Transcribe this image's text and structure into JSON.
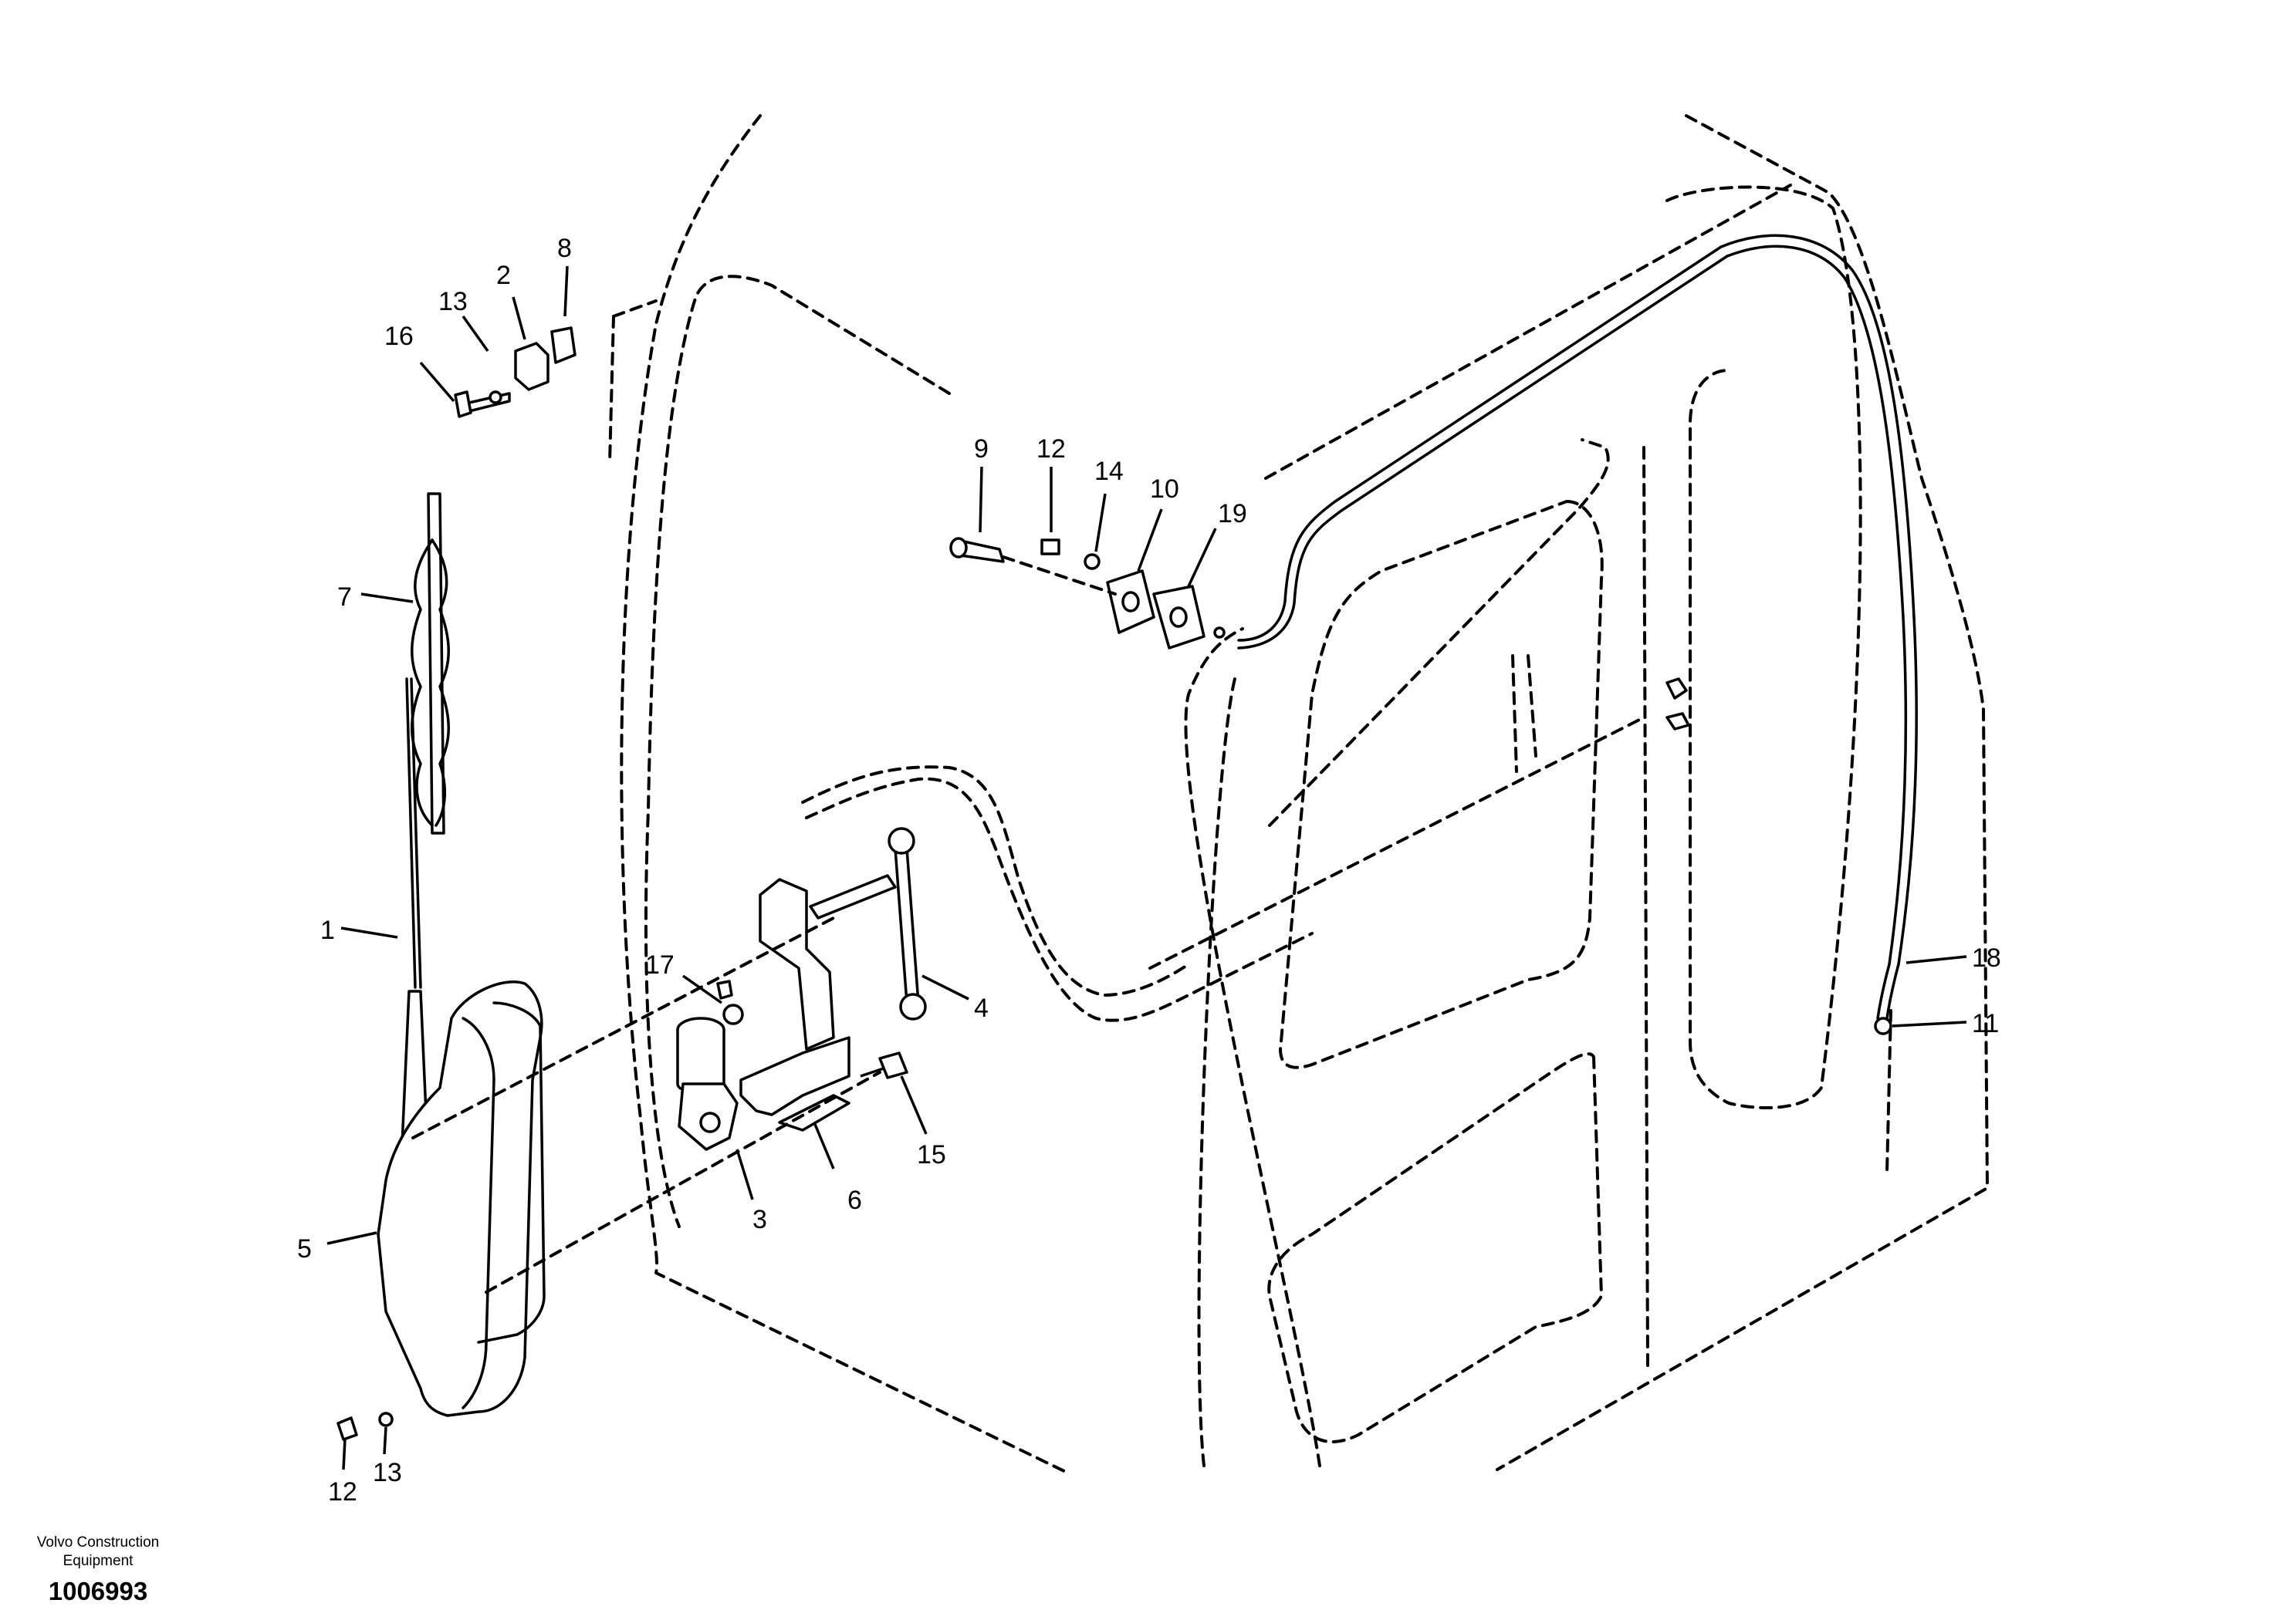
{
  "footer": {
    "brand_line1": "Volvo Construction",
    "brand_line2": "Equipment",
    "drawing_number": "1006993"
  },
  "callouts": {
    "c1": "1",
    "c2": "2",
    "c3": "3",
    "c4": "4",
    "c5": "5",
    "c6": "6",
    "c7": "7",
    "c8": "8",
    "c9": "9",
    "c10": "10",
    "c11": "11",
    "c12_top": "12",
    "c12_bottom": "12",
    "c13_top": "13",
    "c13_bottom": "13",
    "c14": "14",
    "c15": "15",
    "c16": "16",
    "c17": "17",
    "c18": "18",
    "c19": "19"
  }
}
